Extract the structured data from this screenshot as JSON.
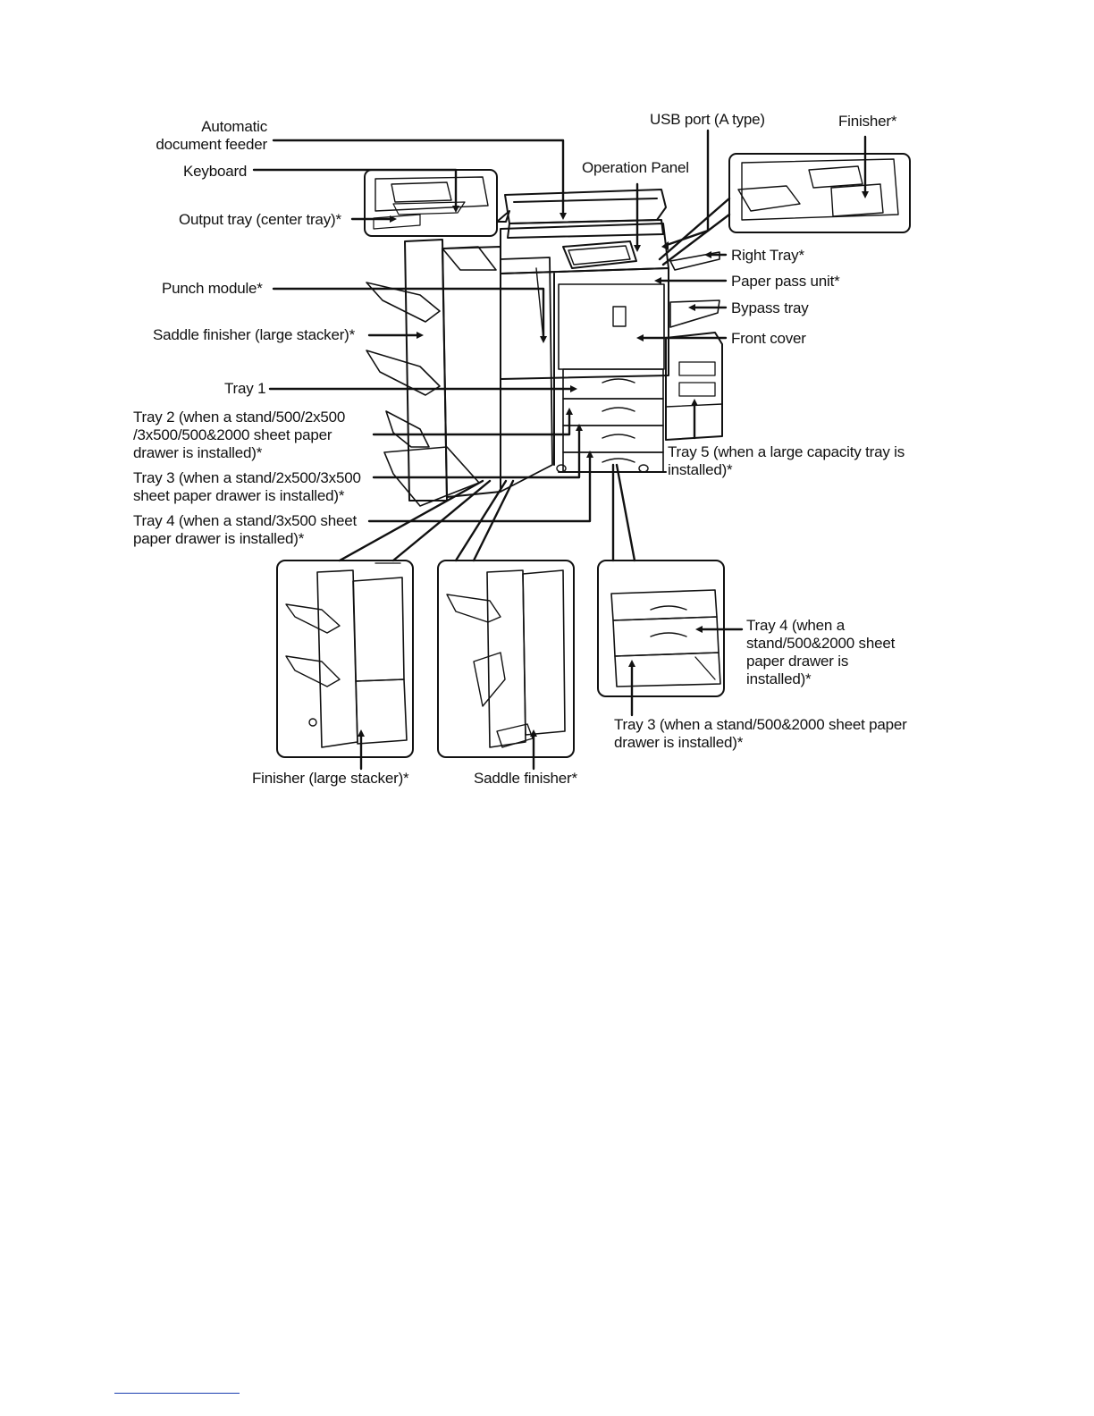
{
  "labels": {
    "adf": "Automatic\ndocument feeder",
    "keyboard": "Keyboard",
    "output_tray": "Output tray (center tray)*",
    "punch_module": "Punch module*",
    "saddle_large": "Saddle finisher (large stacker)*",
    "tray1": "Tray 1",
    "tray2": "Tray 2 (when a stand/500/2x500\n/3x500/500&2000 sheet paper\ndrawer is installed)*",
    "tray3": "Tray 3 (when a stand/2x500/3x500\nsheet paper drawer is installed)*",
    "tray4": "Tray 4 (when a stand/3x500 sheet\npaper drawer is installed)*",
    "usb_port": "USB port (A type)",
    "finisher": "Finisher*",
    "operation_panel": "Operation Panel",
    "right_tray": "Right Tray*",
    "paper_pass": "Paper pass unit*",
    "bypass_tray": "Bypass tray",
    "front_cover": "Front cover",
    "tray5": "Tray 5 (when a large capacity tray is\ninstalled)*",
    "tray4_alt": "Tray 4 (when a\nstand/500&2000 sheet\npaper drawer is\ninstalled)*",
    "tray3_alt": "Tray 3 (when a stand/500&2000 sheet paper\ndrawer is installed)*",
    "finisher_large": "Finisher (large stacker)*",
    "saddle_finisher": "Saddle finisher*"
  },
  "colors": {
    "ink": "#111111",
    "link_rule": "#1a3fb0"
  }
}
